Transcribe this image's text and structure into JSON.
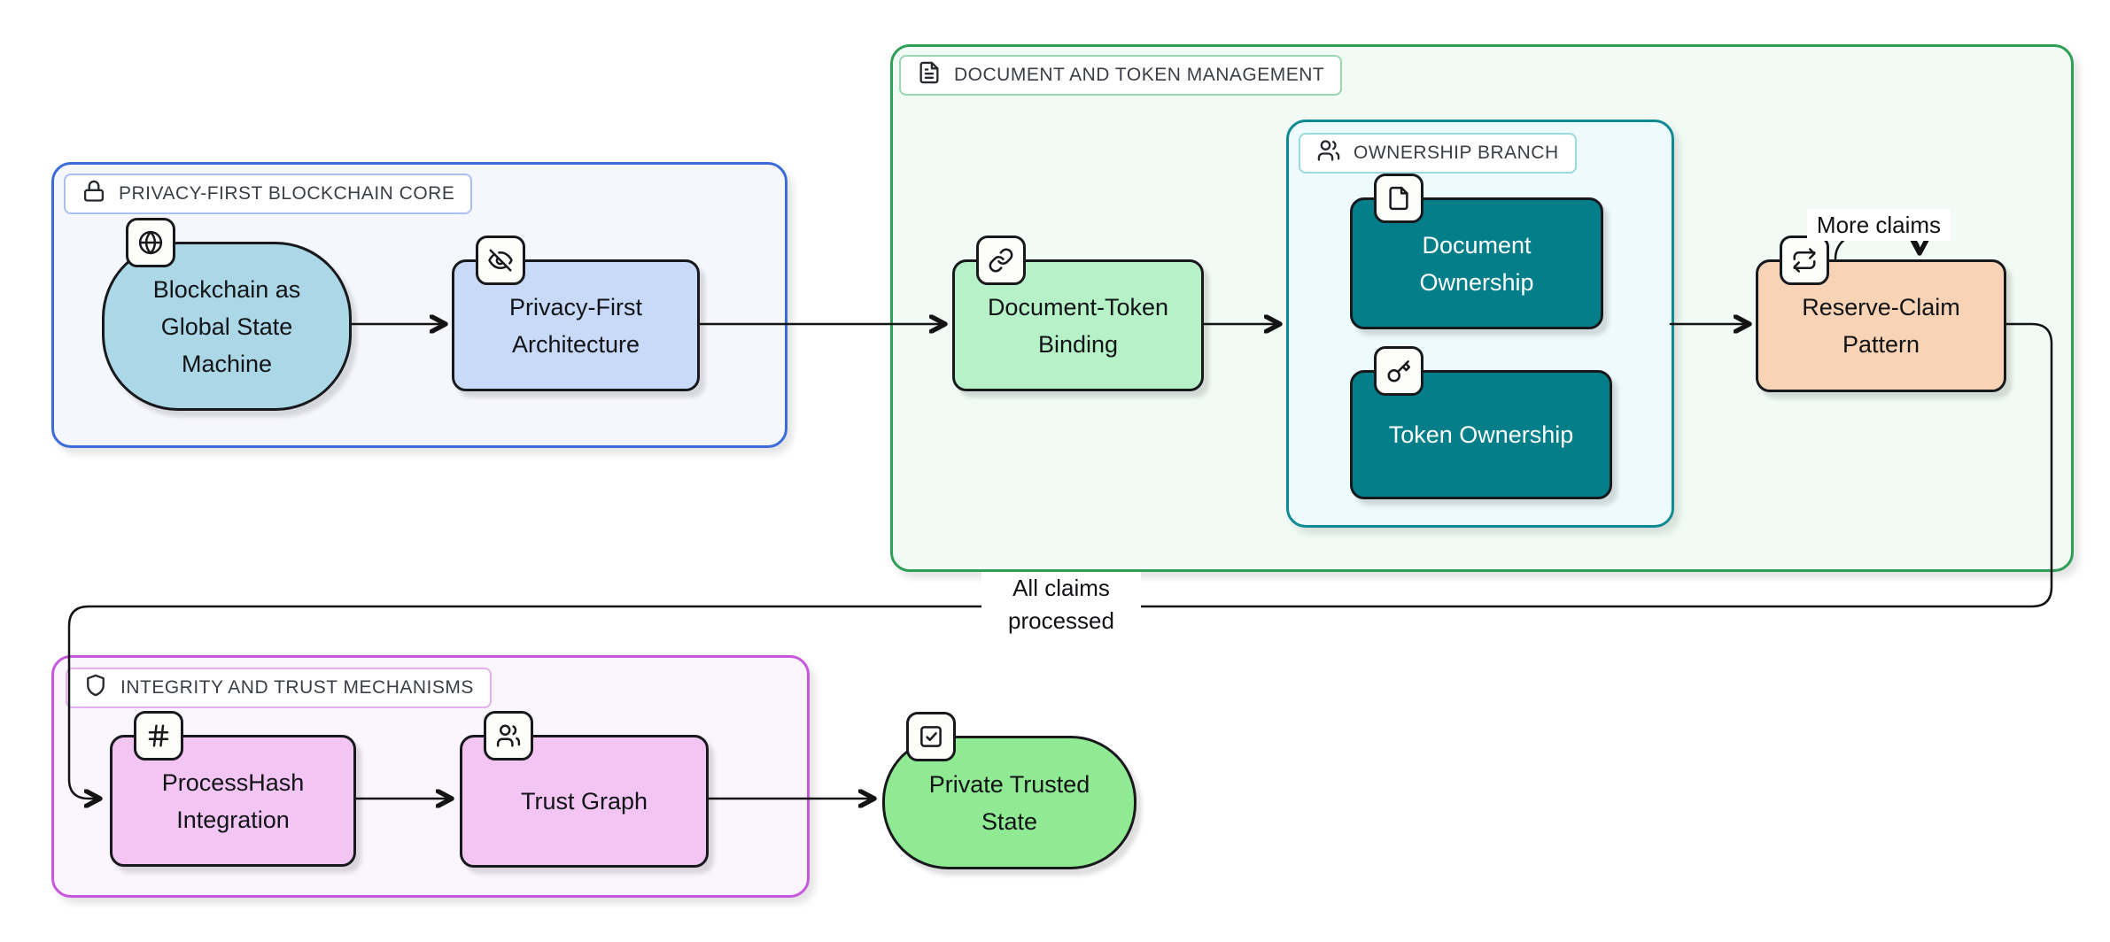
{
  "diagram": {
    "groups": {
      "privacy_core": {
        "label": "PRIVACY-FIRST BLOCKCHAIN CORE",
        "icon": "lock",
        "border_color": "#3a6bd8",
        "fill": "#f6f7fd"
      },
      "doc_token_mgmt": {
        "label": "DOCUMENT AND TOKEN MANAGEMENT",
        "icon": "file-text",
        "border_color": "#2f9e57",
        "fill": "#f1faf4"
      },
      "ownership_branch": {
        "label": "OWNERSHIP BRANCH",
        "icon": "users",
        "border_color": "#0f8a93",
        "fill": "#eefbfc"
      },
      "integrity_trust": {
        "label": "INTEGRITY AND TRUST MECHANISMS",
        "icon": "shield",
        "border_color": "#c558dd",
        "fill": "#fbf5fe"
      }
    },
    "nodes": {
      "blockchain_state_machine": {
        "label": "Blockchain as Global State Machine",
        "icon": "globe",
        "fill": "#abd7e6",
        "shape": "stadium"
      },
      "privacy_first_architecture": {
        "label": "Privacy-First Architecture",
        "icon": "eye-off",
        "fill": "#c9daf8",
        "shape": "rect"
      },
      "document_token_binding": {
        "label": "Document-Token Binding",
        "icon": "link",
        "fill": "#b7f1c8",
        "shape": "rect"
      },
      "document_ownership": {
        "label": "Document Ownership",
        "icon": "file",
        "fill": "#047f8a",
        "shape": "rect"
      },
      "token_ownership": {
        "label": "Token Ownership",
        "icon": "key",
        "fill": "#047f8a",
        "shape": "rect"
      },
      "reserve_claim_pattern": {
        "label": "Reserve-Claim Pattern",
        "icon": "repeat",
        "fill": "#f8d3b6",
        "shape": "rect"
      },
      "processhash_integration": {
        "label": "ProcessHash Integration",
        "icon": "hash",
        "fill": "#f2c5f3",
        "shape": "rect"
      },
      "trust_graph": {
        "label": "Trust Graph",
        "icon": "users",
        "fill": "#f2c5f3",
        "shape": "rect"
      },
      "private_trusted_state": {
        "label": "Private Trusted State",
        "icon": "square-check",
        "fill": "#90e993",
        "shape": "stadium"
      }
    },
    "edge_labels": {
      "more_claims": "More claims",
      "all_claims": "All claims processed"
    },
    "colors": {
      "node_border": "#17191d",
      "edge_stroke": "#141414",
      "background": "#ffffff"
    }
  }
}
